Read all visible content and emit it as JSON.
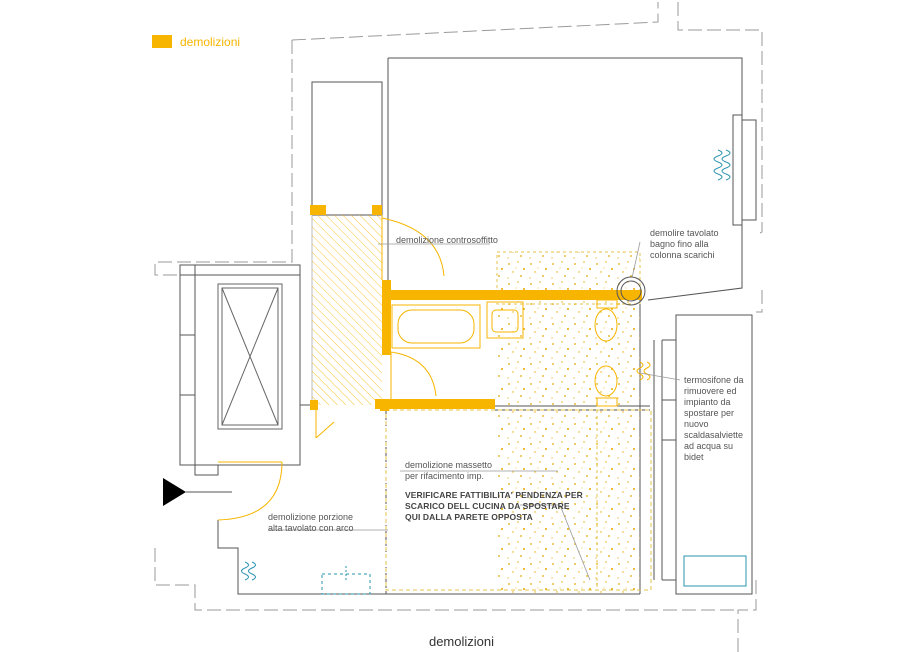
{
  "colors": {
    "demolition": "#f7b500",
    "wall": "#555555",
    "dashed": "#9a9a9a",
    "fixture": "#888888",
    "cyan": "#2a93b0"
  },
  "legend": {
    "label": "demolizioni"
  },
  "caption": "demolizioni",
  "notes": {
    "controsoffitto": "demolizione controsoffitto",
    "tavolato_bagno": "demolire tavolato\nbagno fino alla\ncolonna scarichi",
    "termosifone": "termosifone da\nrimuovere ed\nimpianto da\nspostare per\nnuovo\nscaldasalviette\nad acqua su\nbidet",
    "massetto": "demolizione massetto\nper rifacimento imp.",
    "verificare": "VERIFICARE FATTIBILITA' PENDENZA PER\nSCARICO DELL CUCINA DA SPOSTARE\nQUI DALLA PARETE OPPOSTA",
    "porzione": "demolizione porzione\nalta tavolato con arco"
  },
  "icons": {
    "entrance": "entrance-arrow-icon",
    "radiator": "radiator-icon",
    "bathtub": "bathtub-icon",
    "sink": "sink-icon",
    "toilet": "toilet-icon",
    "bidet": "bidet-icon",
    "column": "drain-column-icon",
    "shaft": "shaft-icon"
  }
}
